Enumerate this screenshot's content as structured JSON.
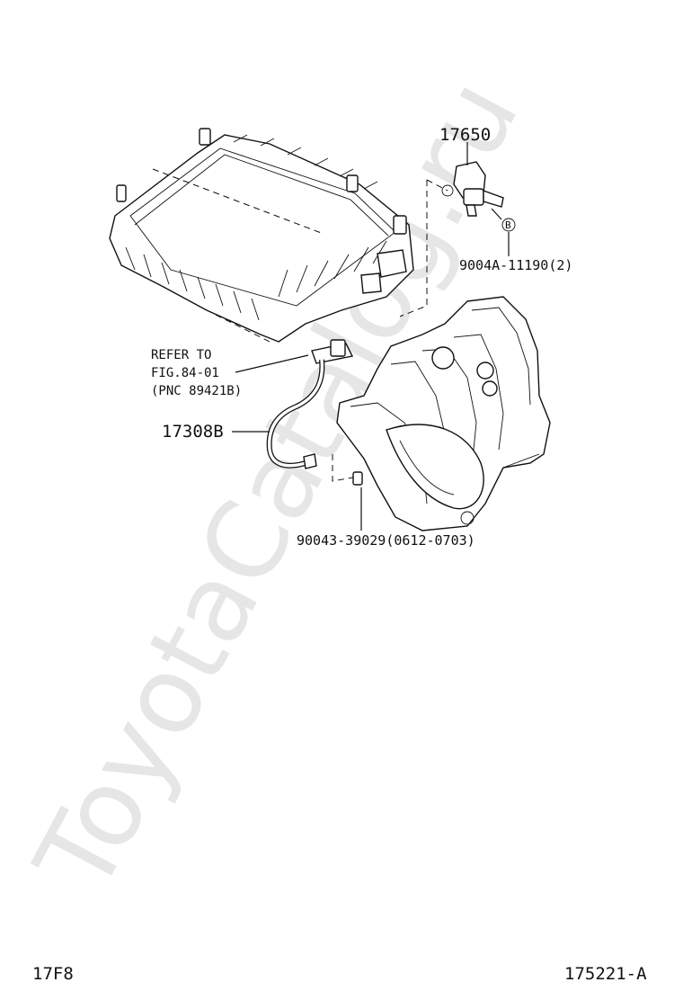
{
  "watermark": "ToyotaCatalog.ru",
  "callouts": {
    "valve_part_no": "17650",
    "bolt_part_no": "9004A-11190(2)",
    "bolt_ref_marker": "B",
    "refer_line1": "REFER TO",
    "refer_line2": "FIG.84-01",
    "refer_line3": "(PNC 89421B)",
    "hose_part_no": "17308B",
    "plug_part_no": "90043-39029(0612-0703)"
  },
  "footer": {
    "left_code": "17F8",
    "right_code": "175221-A"
  }
}
